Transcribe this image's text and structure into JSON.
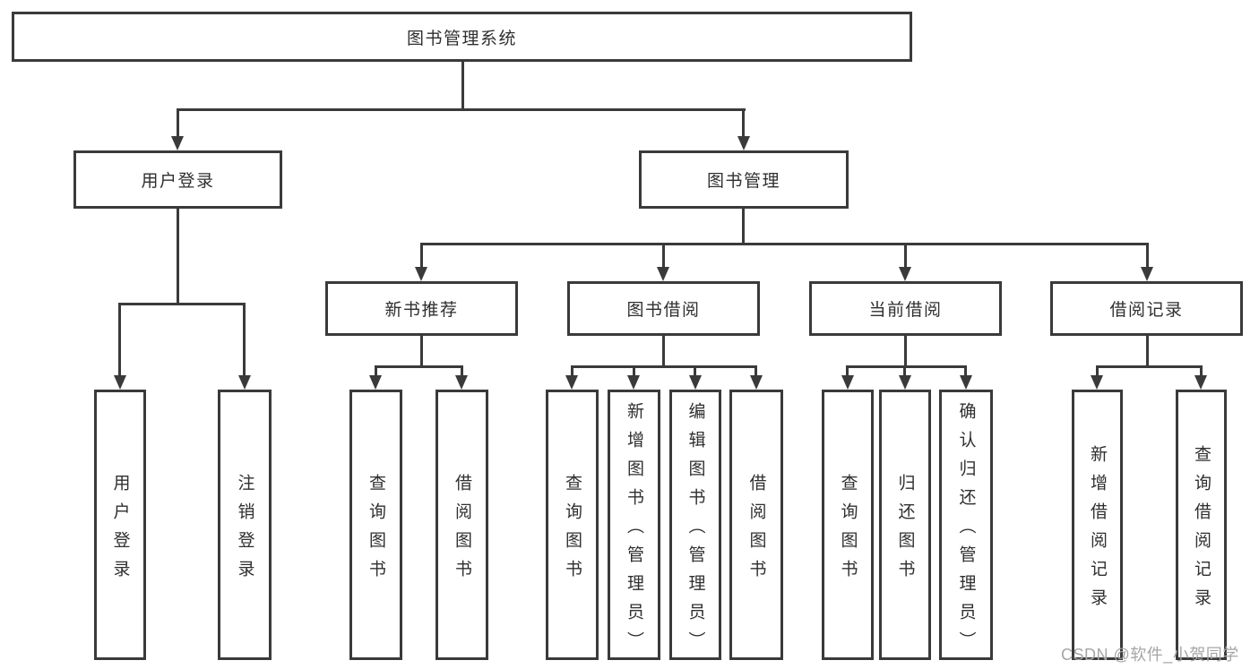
{
  "title": "图书管理系统",
  "colors": {
    "line": "#3a3a3a",
    "text": "#2f2f2f",
    "box_background": "#ffffff",
    "watermark": "#a6a6a6"
  },
  "watermark": {
    "text": "CSDN @软件_小贺同学"
  },
  "tree": {
    "label": "图书管理系统",
    "children": [
      {
        "label": "用户登录",
        "children": [
          {
            "label": "用户登录"
          },
          {
            "label": "注销登录"
          }
        ]
      },
      {
        "label": "图书管理",
        "children": [
          {
            "label": "新书推荐",
            "children": [
              {
                "label": "查询图书"
              },
              {
                "label": "借阅图书"
              }
            ]
          },
          {
            "label": "图书借阅",
            "children": [
              {
                "label": "查询图书"
              },
              {
                "label": "新增图书（管理员）"
              },
              {
                "label": "编辑图书（管理员）"
              },
              {
                "label": "借阅图书"
              }
            ]
          },
          {
            "label": "当前借阅",
            "children": [
              {
                "label": "查询图书"
              },
              {
                "label": "归还图书"
              },
              {
                "label": "确认归还（管理员）"
              }
            ]
          },
          {
            "label": "借阅记录",
            "children": [
              {
                "label": "新增借阅记录"
              },
              {
                "label": "查询借阅记录"
              }
            ]
          }
        ]
      }
    ]
  }
}
